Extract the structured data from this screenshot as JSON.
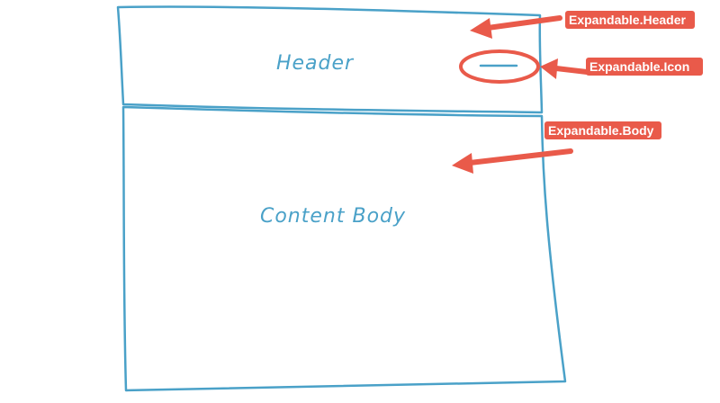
{
  "colors": {
    "sketch": "#4aa1c8",
    "annotation": "#e95a4a",
    "annotation_text": "#ffffff",
    "background": "#ffffff"
  },
  "diagram": {
    "header_label": "Header",
    "body_label": "Content Body",
    "icon": "minus-icon"
  },
  "annotations": {
    "header": "Expandable.Header",
    "icon": "Expandable.Icon",
    "body": "Expandable.Body"
  }
}
